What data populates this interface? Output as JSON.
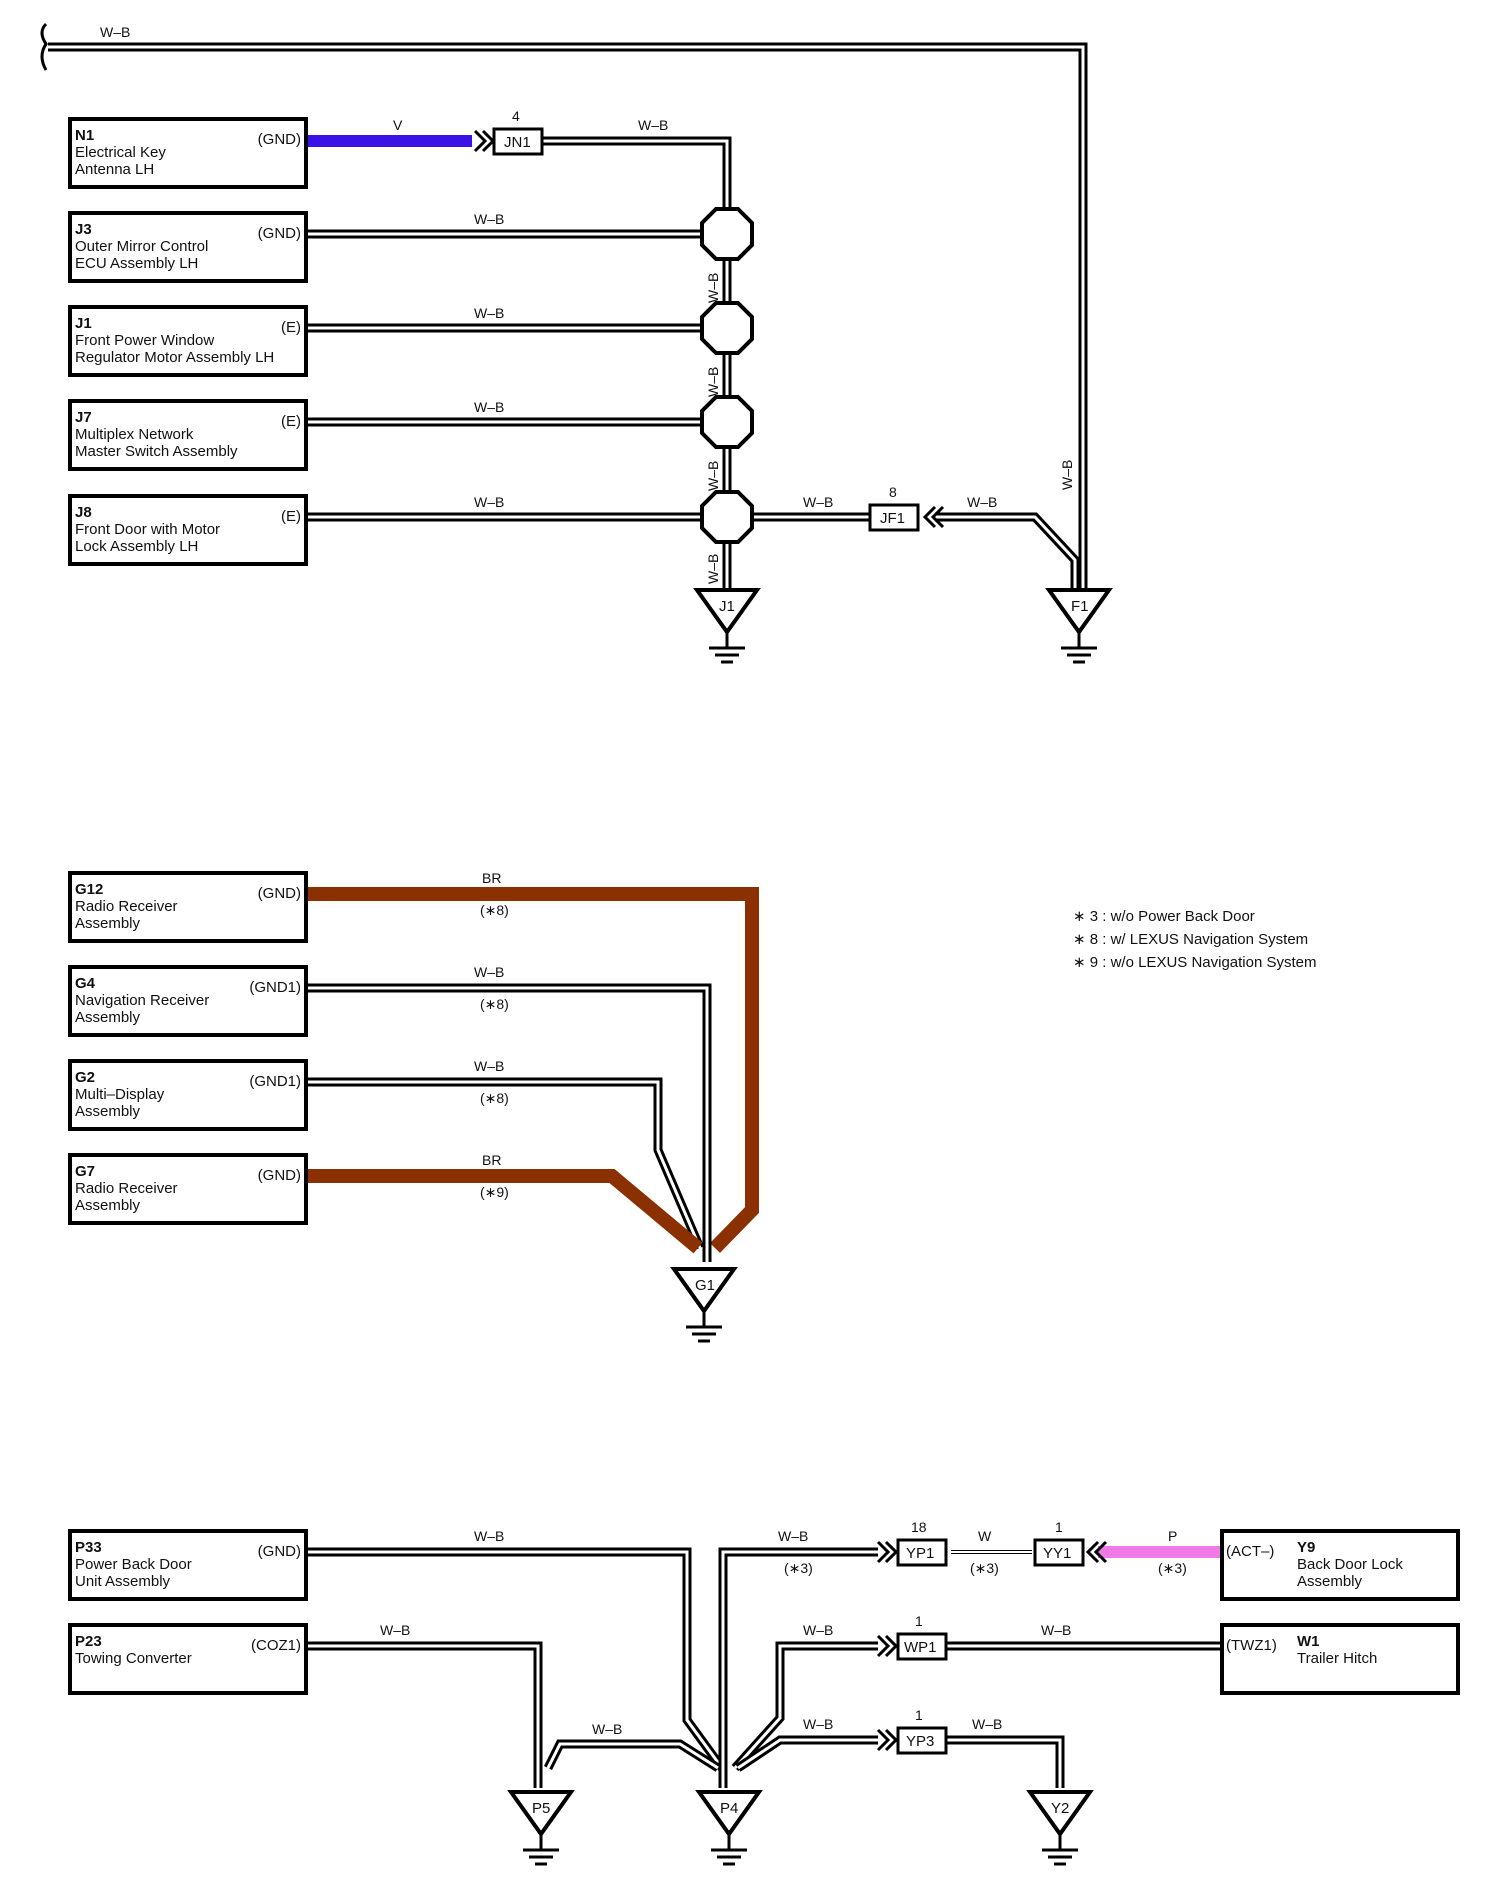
{
  "colors": {
    "wire_wb": "#000000",
    "wire_v": "#3a12e6",
    "wire_br": "#8b3000",
    "wire_p": "#f07ae8",
    "wire_w": "#000000"
  },
  "components": {
    "N1": {
      "id": "N1",
      "name1": "Electrical Key",
      "name2": "Antenna LH",
      "pin": "(GND)"
    },
    "J3": {
      "id": "J3",
      "name1": "Outer Mirror Control",
      "name2": "ECU Assembly LH",
      "pin": "(GND)"
    },
    "J1": {
      "id": "J1",
      "name1": "Front Power Window",
      "name2": "Regulator Motor Assembly LH",
      "pin": "(E)"
    },
    "J7": {
      "id": "J7",
      "name1": "Multiplex Network",
      "name2": "Master Switch Assembly",
      "pin": "(E)"
    },
    "J8": {
      "id": "J8",
      "name1": "Front Door with Motor",
      "name2": "Lock Assembly LH",
      "pin": "(E)"
    },
    "G12": {
      "id": "G12",
      "name1": "Radio Receiver",
      "name2": "Assembly",
      "pin": "(GND)"
    },
    "G4": {
      "id": "G4",
      "name1": "Navigation Receiver",
      "name2": "Assembly",
      "pin": "(GND1)"
    },
    "G2": {
      "id": "G2",
      "name1": "Multi–Display",
      "name2": "Assembly",
      "pin": "(GND1)"
    },
    "G7": {
      "id": "G7",
      "name1": "Radio Receiver",
      "name2": "Assembly",
      "pin": "(GND)"
    },
    "P33": {
      "id": "P33",
      "name1": "Power Back Door",
      "name2": "Unit Assembly",
      "pin": "(GND)"
    },
    "P23": {
      "id": "P23",
      "name1": "Towing Converter",
      "name2": "",
      "pin": "(COZ1)"
    },
    "Y9": {
      "id": "Y9",
      "name1": "Back Door Lock",
      "name2": "Assembly",
      "pin": "(ACT–)"
    },
    "W1": {
      "id": "W1",
      "name1": "Trailer Hitch",
      "name2": "",
      "pin": "(TWZ1)"
    }
  },
  "connectors": {
    "JN1": {
      "label": "JN1",
      "pin": "4"
    },
    "JF1": {
      "label": "JF1",
      "pin": "8"
    },
    "YP1": {
      "label": "YP1",
      "pin": "18"
    },
    "YY1": {
      "label": "YY1",
      "pin": "1"
    },
    "WP1": {
      "label": "WP1",
      "pin": "1"
    },
    "YP3": {
      "label": "YP3",
      "pin": "1"
    }
  },
  "grounds": {
    "J1": "J1",
    "F1": "F1",
    "G1": "G1",
    "P5": "P5",
    "P4": "P4",
    "Y2": "Y2"
  },
  "wire_labels": {
    "wb": "W–B",
    "v": "V",
    "br": "BR",
    "p": "P",
    "w": "W"
  },
  "conditions": {
    "c3": "(∗3)",
    "c8": "(∗8)",
    "c9": "(∗9)"
  },
  "notes": [
    "∗ 3 : w/o Power Back Door",
    "∗ 8 : w/ LEXUS Navigation System",
    "∗ 9 : w/o LEXUS Navigation System"
  ]
}
